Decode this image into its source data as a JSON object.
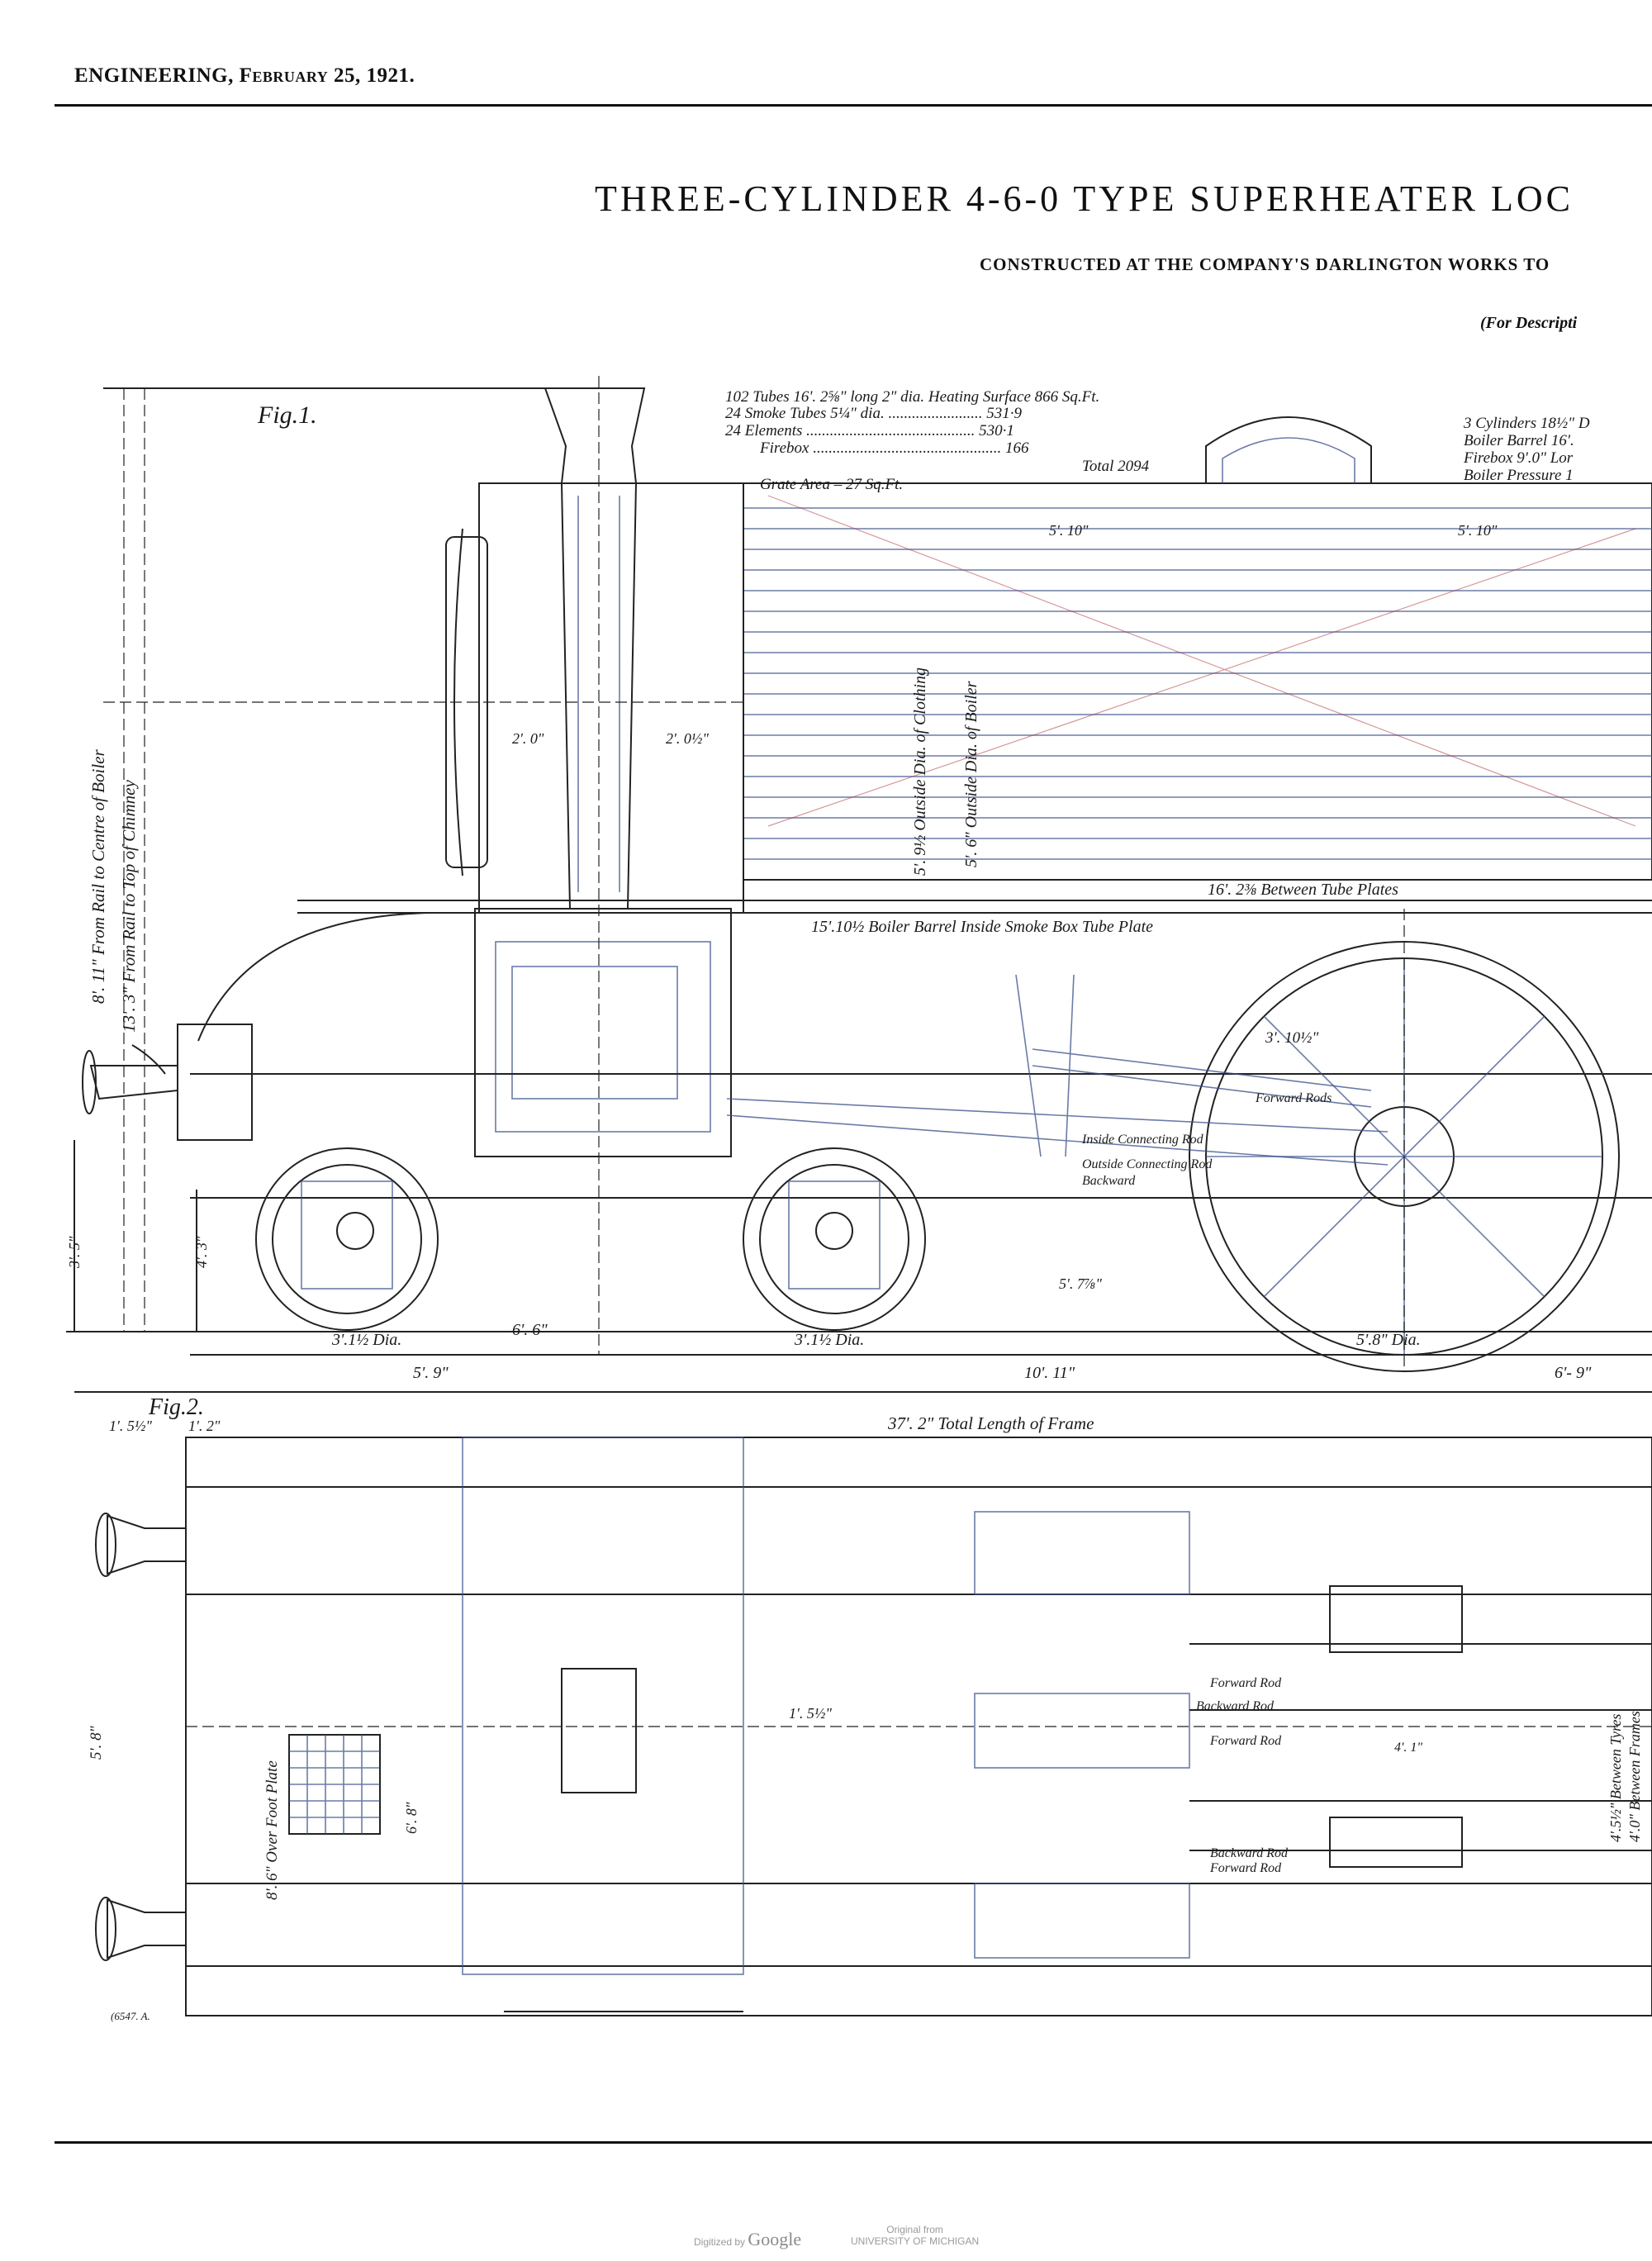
{
  "header": {
    "journal": "ENGINEERING,",
    "date": "February 25, 1921."
  },
  "title": "THREE-CYLINDER 4-6-0 TYPE SUPERHEATER LOC",
  "subtitle": "CONSTRUCTED AT THE COMPANY'S DARLINGTON WORKS TO",
  "description_note": "(For Descripti",
  "figures": {
    "fig1": "Fig.1.",
    "fig2": "Fig.2."
  },
  "heating_surface": {
    "line1": "102 Tubes 16'. 2⅝\" long 2\" dia. Heating Surface 866  Sq.Ft.",
    "line2": "24 Smoke Tubes 5¼\" dia. ........................ 531·9",
    "line3": "24 Elements ........................................... 530·1",
    "line4": "Firebox ................................................ 166",
    "total": "Total 2094",
    "grate": "Grate Area – 27 Sq.Ft."
  },
  "specs": {
    "line1": "3 Cylinders 18½\" D",
    "line2": "Boiler Barrel 16'.",
    "line3": "Firebox  9'.0\" Lor",
    "line4": "Boiler Pressure 1"
  },
  "dimensions": {
    "rail_boiler": "8'. 11\" From Rail to Centre of Boiler",
    "rail_chimney": "13'. 3\" From Rail to Top of Chimney",
    "tube_plates": "16'. 2⅜ Between Tube Plates",
    "smoke_box": "15'.10½ Boiler Barrel Inside Smoke Box Tube Plate",
    "clothing": "5'. 9½ Outside Dia. of Clothing",
    "boiler_dia": "5'. 6\" Outside Dia. of Boiler",
    "bogie_wheel_1": "3'.1½ Dia.",
    "bogie_wheel_2": "3'.1½ Dia.",
    "driving_wheel": "5'.8\" Dia.",
    "span_a": "5'. 9\"",
    "span_b": "10'. 11\"",
    "span_c": "6'- 9\"",
    "bogie_base": "6'. 6\"",
    "buffer_height": "3'. 5\"",
    "coupler_height": "4'. 3\"",
    "chimney_2_0": "2'. 0\"",
    "chimney_2_0_half": "2'. 0½\"",
    "crank": "3'. 10½\"",
    "rod_5_7": "5'. 7⅞\"",
    "frame_length": "37'. 2\" Total Length of Frame",
    "front_overhang": "1'. 5½\"",
    "fig2_1_2": "1'. 2\"",
    "plate_width": "5'. 8\"",
    "foot_plate": "8'. 6\" Over Foot Plate",
    "frame_4_5": "4'.5½\" Between Tyres",
    "frame_4_0": "4'.0\" Between Frames",
    "five_10": "5'. 10\"",
    "five_10_b": "5'. 10\"",
    "spacing_4_1": "4'. 1\"",
    "one_5_half": "1'. 5½\"",
    "six_8": "6'. 8\"",
    "drawing_no": "(6547. A."
  },
  "motion_labels": {
    "forward_rod_1": "Forward Rod",
    "backward_rod_1": "Backward Rod",
    "forward_rod_2": "Forward Rod",
    "backward_rod_2": "Backward Rod",
    "forward_rod_3": "Forward Rod",
    "fig1_forward": "Forward Rods",
    "fig1_outside": "Outside Connecting Rod",
    "fig1_backward": "Backward",
    "fig1_inside": "Inside Connecting Rod"
  },
  "footer": {
    "digitized": "Digitized by",
    "google": "Google",
    "original_from": "Original from",
    "university": "UNIVERSITY OF MICHIGAN"
  }
}
